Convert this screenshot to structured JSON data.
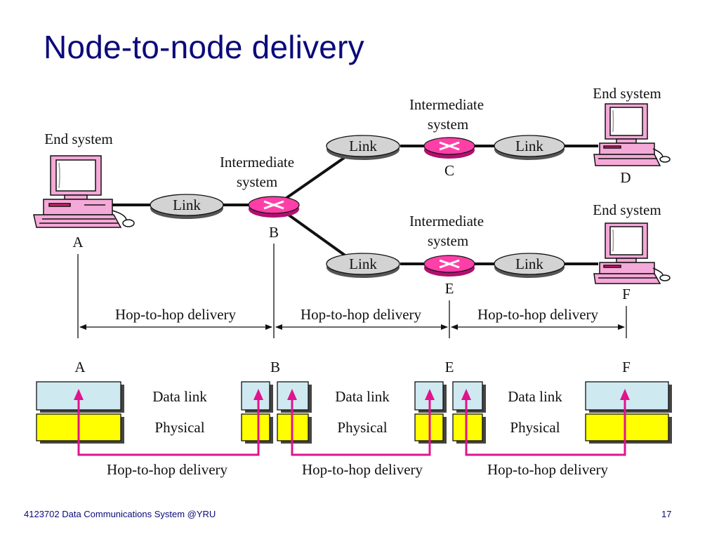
{
  "title": "Node-to-node delivery",
  "footer": {
    "course": "4123702 Data Communications System @YRU",
    "page": "17"
  },
  "colors": {
    "title": "#0a0a7a",
    "computer": "#f4a9d8",
    "router": "#ff3fa8",
    "link_oval": "#d3d3d3",
    "data_link_box": "#cfe9f1",
    "physical_box": "#ffff00",
    "arrow": "#e0148c"
  },
  "network": {
    "end_system_label": "End system",
    "intermediate_label_1": "Intermediate",
    "intermediate_label_2": "system",
    "link_label": "Link",
    "nodes": {
      "a": "A",
      "b": "B",
      "c": "C",
      "d": "D",
      "e": "E",
      "f": "F"
    }
  },
  "hops": {
    "label": "Hop-to-hop delivery"
  },
  "layers": {
    "data_link": "Data link",
    "physical": "Physical"
  }
}
